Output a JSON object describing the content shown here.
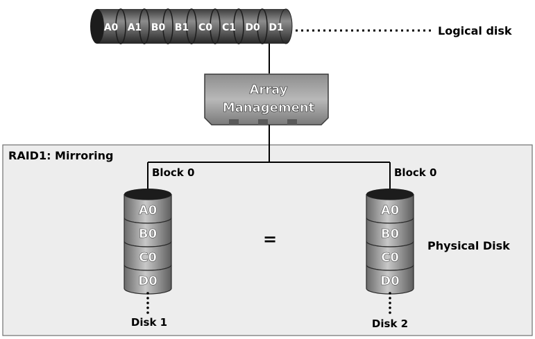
{
  "logical_disk": {
    "segments": [
      "A0",
      "A1",
      "B0",
      "B1",
      "C0",
      "C1",
      "D0",
      "D1"
    ],
    "label": "Logical disk"
  },
  "array_management": {
    "line1": "Array",
    "line2": "Management"
  },
  "raid_panel": {
    "title": "RAID1: Mirroring",
    "equals": "=",
    "physical_label": "Physical Disk"
  },
  "disks": [
    {
      "block_label": "Block 0",
      "segments": [
        "A0",
        "B0",
        "C0",
        "D0"
      ],
      "name": "Disk 1"
    },
    {
      "block_label": "Block 0",
      "segments": [
        "A0",
        "B0",
        "C0",
        "D0"
      ],
      "name": "Disk 2"
    }
  ],
  "colors": {
    "panel_bg": "#ededed",
    "disk_light": "#b4b4b4",
    "disk_dark": "#5a5a5a",
    "cylinder_top": "#1c1c1c"
  }
}
